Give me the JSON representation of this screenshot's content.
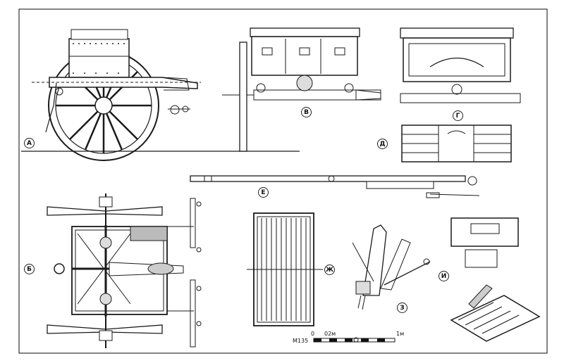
{
  "figure_labels": {
    "a": "А",
    "b": "Б",
    "v": "В",
    "g": "Г",
    "d": "Д",
    "e": "Е",
    "zh": "Ж",
    "z": "З",
    "i": "И"
  },
  "scale": {
    "model": "M135",
    "zero": "0",
    "mid": "02м",
    "end": "1м"
  }
}
